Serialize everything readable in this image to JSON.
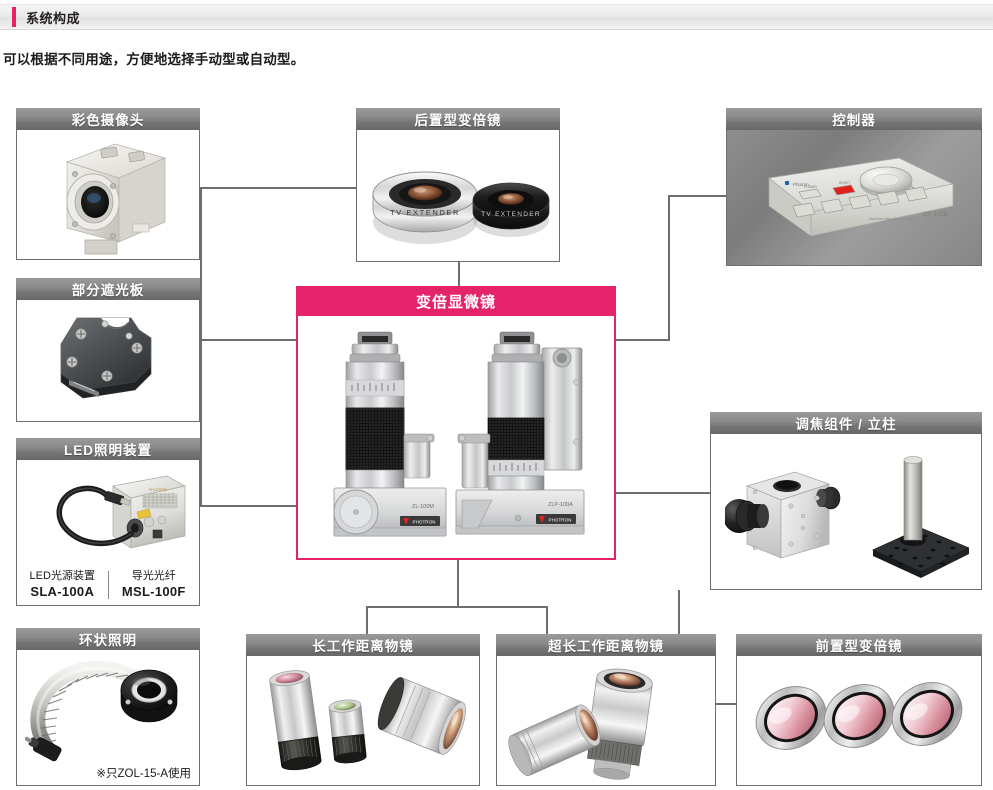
{
  "section": {
    "title": "系统构成",
    "accent_color": "#e5236b"
  },
  "intro": "可以根据不同用途，方便地选择手动型或自动型。",
  "colors": {
    "card_header": "#7d7d7d",
    "card_border": "#6e6e6e",
    "highlight": "#e5236b",
    "connector": "#6e6e6e",
    "text": "#1b1b1b"
  },
  "cards": {
    "color_camera": {
      "title": "彩色摄像头",
      "image": "color-camera-photo"
    },
    "rear_zoom_lens": {
      "title": "后置型变倍镜",
      "image": "tv-extender-lenses-photo"
    },
    "controller": {
      "title": "控制器",
      "image": "controller-unit-photo"
    },
    "partial_shade_plate": {
      "title": "部分遮光板",
      "image": "shading-plate-photo"
    },
    "zoom_microscope": {
      "title": "变倍显微镜",
      "image": "zoom-microscope-pair-photo"
    },
    "led_illuminator": {
      "title": "LED照明装置",
      "image": "led-light-source-photo",
      "captions": [
        {
          "name": "LED光源装置",
          "model": "SLA-100A"
        },
        {
          "name": "导光光纤",
          "model": "MSL-100F"
        }
      ]
    },
    "focus_module_stand": {
      "title": "调焦组件 / 立柱",
      "image": "focus-block-and-stand-photo"
    },
    "ring_illumination": {
      "title": "环状照明",
      "image": "ring-light-fiber-photo",
      "note": "※只ZOL-15-A使用"
    },
    "long_wd_objective": {
      "title": "长工作距离物镜",
      "image": "long-wd-objectives-photo"
    },
    "ultra_long_wd_objective": {
      "title": "超长工作距离物镜",
      "image": "ultra-long-wd-objectives-photo"
    },
    "front_zoom_lens": {
      "title": "前置型变倍镜",
      "image": "front-converter-lenses-photo"
    }
  }
}
